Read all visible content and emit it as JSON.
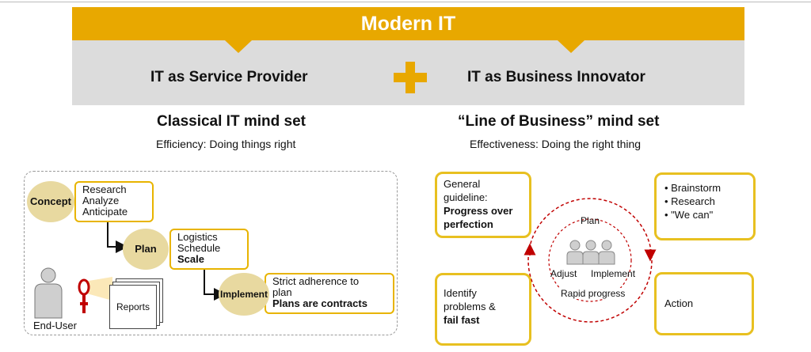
{
  "title": "Modern IT",
  "left": {
    "role": "IT as Service Provider",
    "mindset": "Classical IT mind set",
    "subtitle": "Efficiency: Doing things right",
    "concept": {
      "label": "Concept",
      "items": [
        "Research",
        "Analyze",
        "Anticipate"
      ]
    },
    "plan": {
      "label": "Plan",
      "items": [
        "Logistics",
        "Schedule"
      ],
      "bold": "Scale"
    },
    "implement": {
      "label": "Implement",
      "items": [
        "Strict adherence to",
        "plan"
      ],
      "bold": "Plans are contracts"
    },
    "reports": "Reports",
    "end_user": "End-User"
  },
  "right": {
    "role": "IT as Business Innovator",
    "mindset": "“Line of Business” mind set",
    "subtitle": "Effectiveness: Doing the right thing",
    "guideline": {
      "text": [
        "General",
        "guideline:"
      ],
      "bold": [
        "Progress over",
        "perfection"
      ]
    },
    "bullets": [
      "Brainstorm",
      "Research",
      "\"We can\""
    ],
    "identify": {
      "text": [
        "Identify",
        "problems &"
      ],
      "bold": "fail fast"
    },
    "action": "Action",
    "cycle": {
      "plan": "Plan",
      "adjust": "Adjust",
      "implement": "Implement",
      "rapid": "Rapid progress"
    }
  },
  "colors": {
    "accent": "#e8a800",
    "band": "#dcdcdc",
    "circle": "#e8d9a0",
    "arrow_red": "#c00000"
  }
}
